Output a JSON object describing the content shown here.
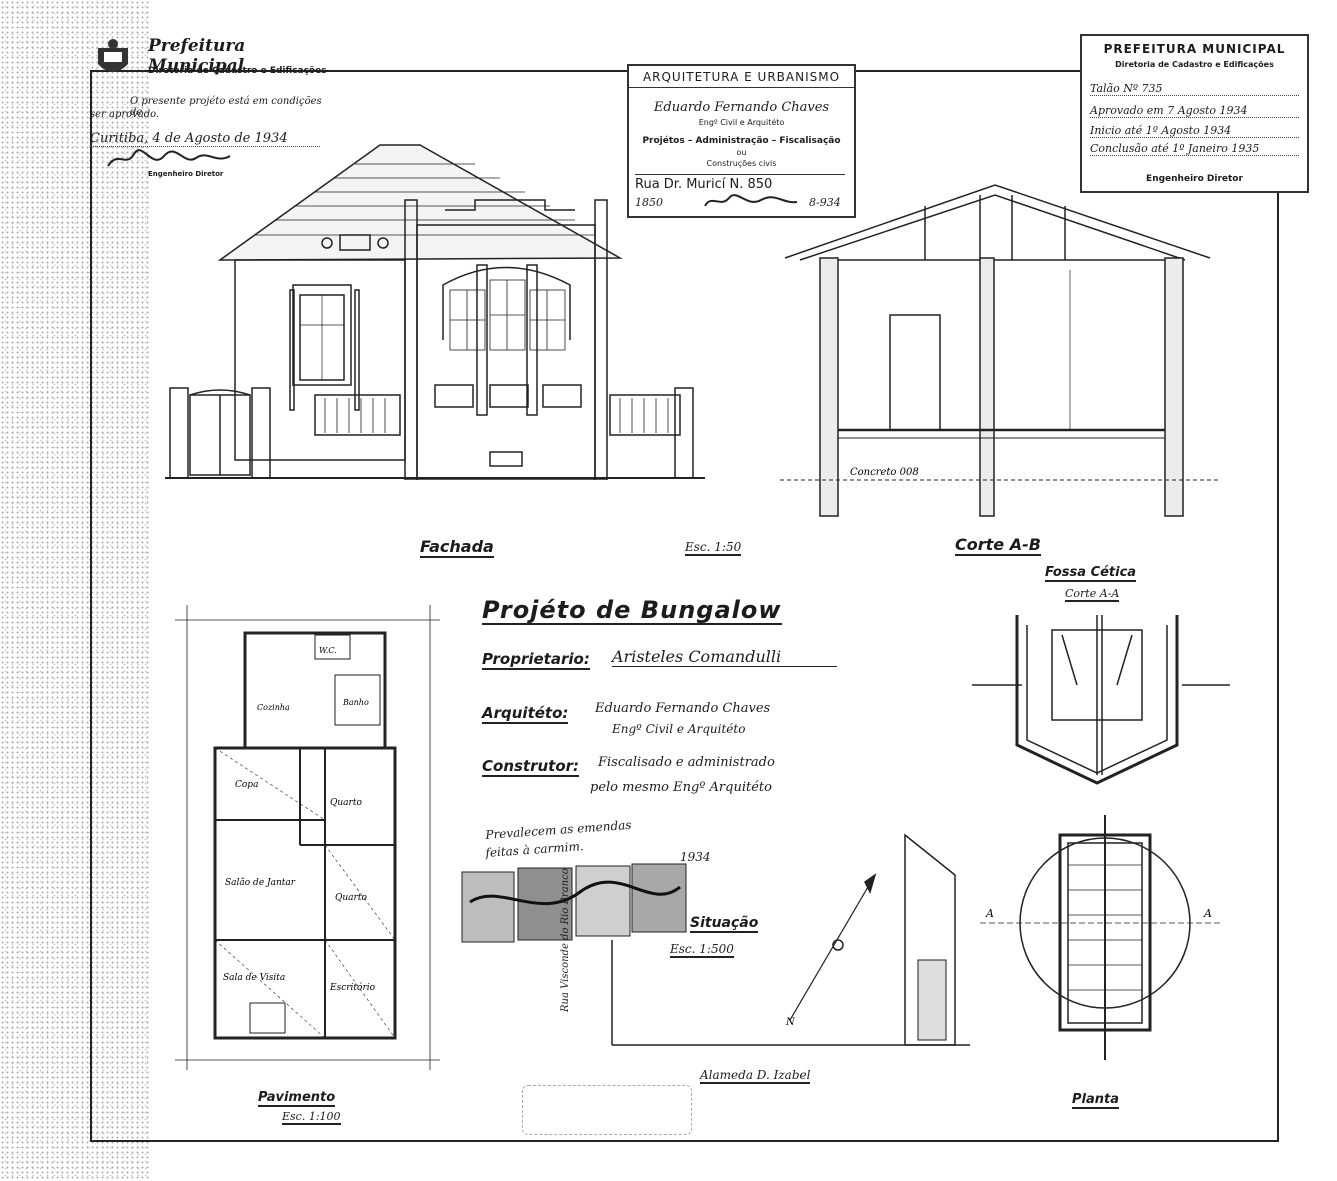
{
  "municipal_left": {
    "title": "Prefeitura Municipal",
    "subtitle": "Diretoria de Cadastro e Edificações",
    "approval_line1": "O presente projéto está em condições de",
    "approval_line2": "ser aprovado.",
    "date_line": "Curitiba, 4 de Agosto de 1934",
    "signer_role": "Engenheiro Diretor"
  },
  "architect_stamp": {
    "heading": "ARQUITETURA E URBANISMO",
    "name": "Eduardo Fernando Chaves",
    "title": "Engº Civil e Arquitéto",
    "services": "Projétos – Administração – Fiscalisação",
    "services2": "ou",
    "services3": "Construções civis",
    "address": "Rua Dr. Muricí N. 850",
    "number": "1850",
    "date": "8-934"
  },
  "municipal_right": {
    "title": "PREFEITURA MUNICIPAL",
    "subtitle": "Diretoria de Cadastro e Edificações",
    "alvara": "Talão Nº 735",
    "aprovado": "Aprovado em 7 Agosto 1934",
    "inicio": "Inicio até 1º Agosto 1934",
    "conclusao": "Conclusão até 1º Janeiro 1935",
    "role": "Engenheiro Diretor"
  },
  "drawings": {
    "facade_label": "Fachada",
    "facade_scale": "Esc. 1:50",
    "section_label": "Corte A-B",
    "section_note": "Concreto 008",
    "septic_label": "Fossa Cética",
    "septic_section": "Corte A-A",
    "septic_plan": "Planta",
    "plan_label": "Pavimento",
    "plan_scale": "Esc. 1:100",
    "situation_label": "Situação",
    "situation_scale": "Esc. 1:500",
    "street_left": "Rua Visconde do Rio Branco",
    "street_bottom": "Alameda D. Izabel",
    "north": "N"
  },
  "rooms": {
    "wc1": "W.C.",
    "cozinha": "Cozinha",
    "banho": "Banho",
    "copa": "Copa",
    "quarto1": "Quarto",
    "quarto2": "Quarto",
    "jantar": "Salão de Jantar",
    "visita": "Sala de Visita",
    "escritorio": "Escritório"
  },
  "project": {
    "title": "Projéto de Bungalow",
    "owner_label": "Proprietario:",
    "owner_value": "Aristeles Comandulli",
    "architect_label": "Arquitéto:",
    "architect_value": "Eduardo Fernando Chaves",
    "architect_value2": "Engº Civil e Arquitéto",
    "builder_label": "Construtor:",
    "builder_value": "Fiscalisado e administrado",
    "builder_value2": "pelo mesmo Engº Arquitéto",
    "note_line1": "Prevalecem as emendas",
    "note_line2": "feitas à carmim.",
    "note_year": "1934"
  }
}
